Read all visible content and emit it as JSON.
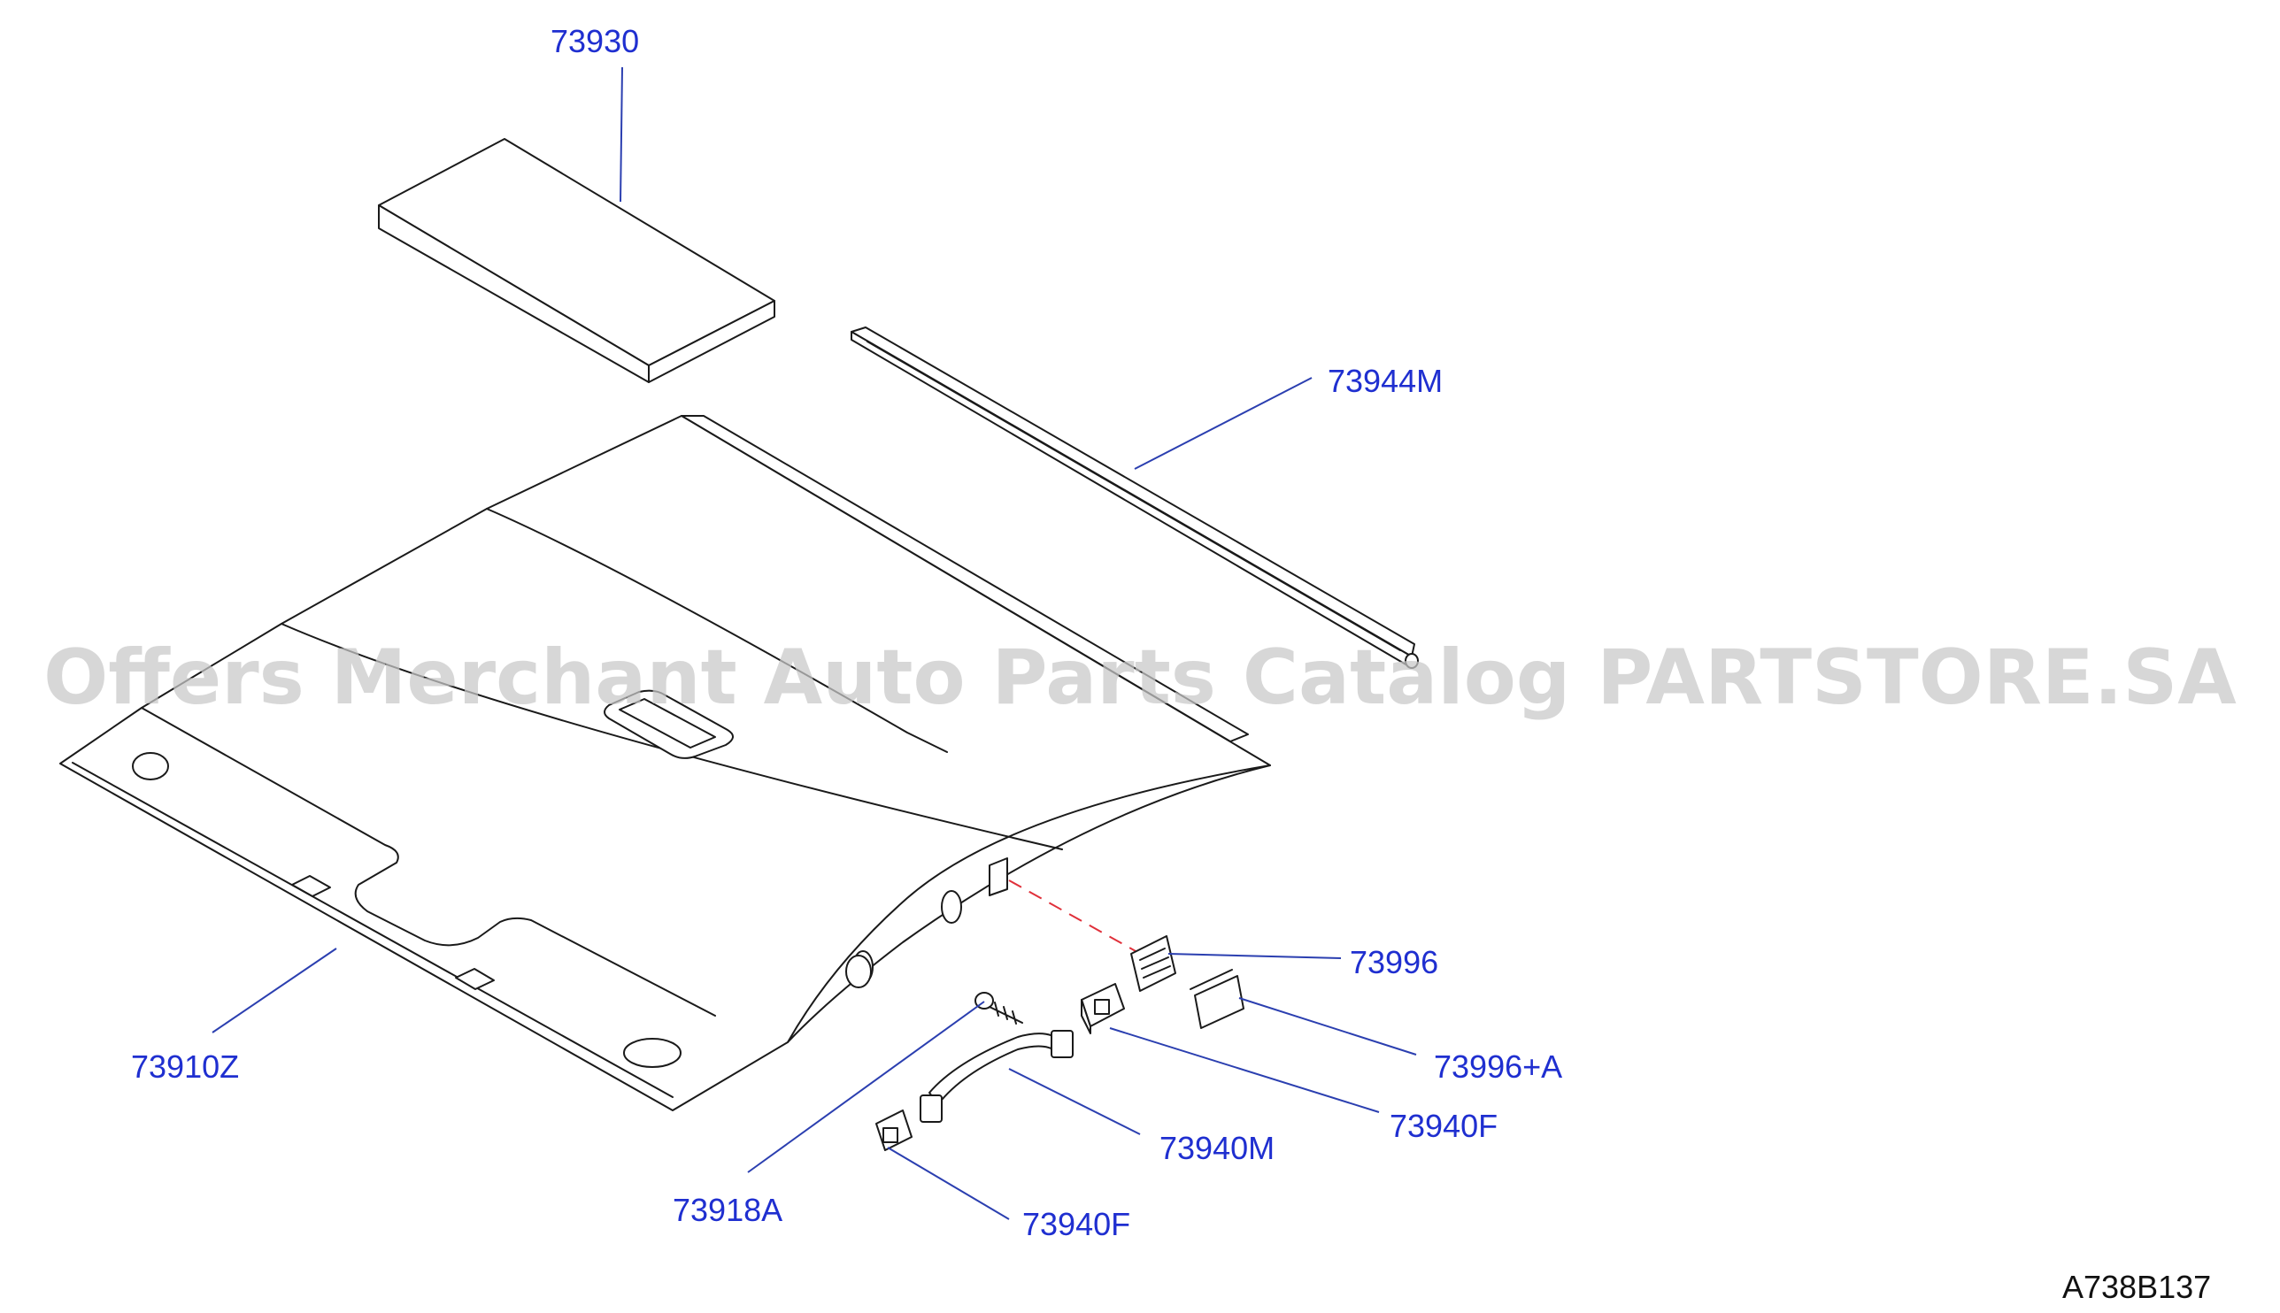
{
  "watermark": "Offers Merchant Auto Parts Catalog PARTSTORE.SA",
  "diagram_code": "A738B137",
  "callouts": {
    "insulator": "73930",
    "rail_trim": "73944M",
    "headlining": "73910Z",
    "clip": "73996",
    "clip_a": "73996+A",
    "bracket_upper": "73940F",
    "assist_grip": "73940M",
    "screw": "73918A",
    "bracket_lower": "73940F"
  },
  "colors": {
    "label": "#1f2fd0",
    "leader": "#2b3fb0",
    "dashed_guide": "#e0303a",
    "watermark": "#c9c9c9"
  }
}
